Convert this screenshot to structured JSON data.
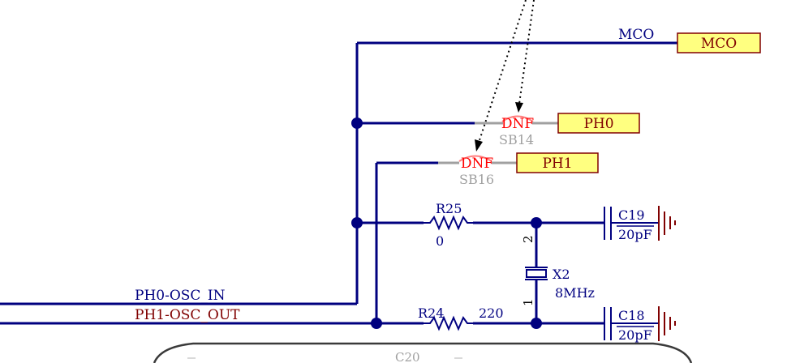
{
  "schematic": {
    "ports": {
      "mco": "MCO",
      "ph0": "PH0",
      "ph1": "PH1"
    },
    "net_labels": {
      "mco": "MCO",
      "ph0_osc_in": "PH0-OSC_IN",
      "ph1_osc_out": "PH1-OSC_OUT"
    },
    "solder_bridges": {
      "sb14": {
        "designator": "SB14",
        "note": "DNF"
      },
      "sb16": {
        "designator": "SB16",
        "note": "DNF"
      }
    },
    "resistors": {
      "r25": {
        "designator": "R25",
        "value": "0"
      },
      "r24": {
        "designator": "R24",
        "value": "220"
      }
    },
    "capacitors": {
      "c19": {
        "designator": "C19",
        "value": "20pF"
      },
      "c18": {
        "designator": "C18",
        "value": "20pF"
      },
      "c20": {
        "designator": "C20"
      }
    },
    "crystal": {
      "designator": "X2",
      "value": "8MHz",
      "pin1": "1",
      "pin2": "2"
    },
    "colors": {
      "wire": "#00007f",
      "component": "#000080",
      "net_label": "#800000",
      "port_fill": "#ffff80",
      "dnf_text": "#ff0000",
      "dnf_symbol": "#ff8080",
      "sb_gray": "#a0a0a0",
      "ground": "#800000",
      "c20_outline": "#3a3a3a"
    }
  }
}
